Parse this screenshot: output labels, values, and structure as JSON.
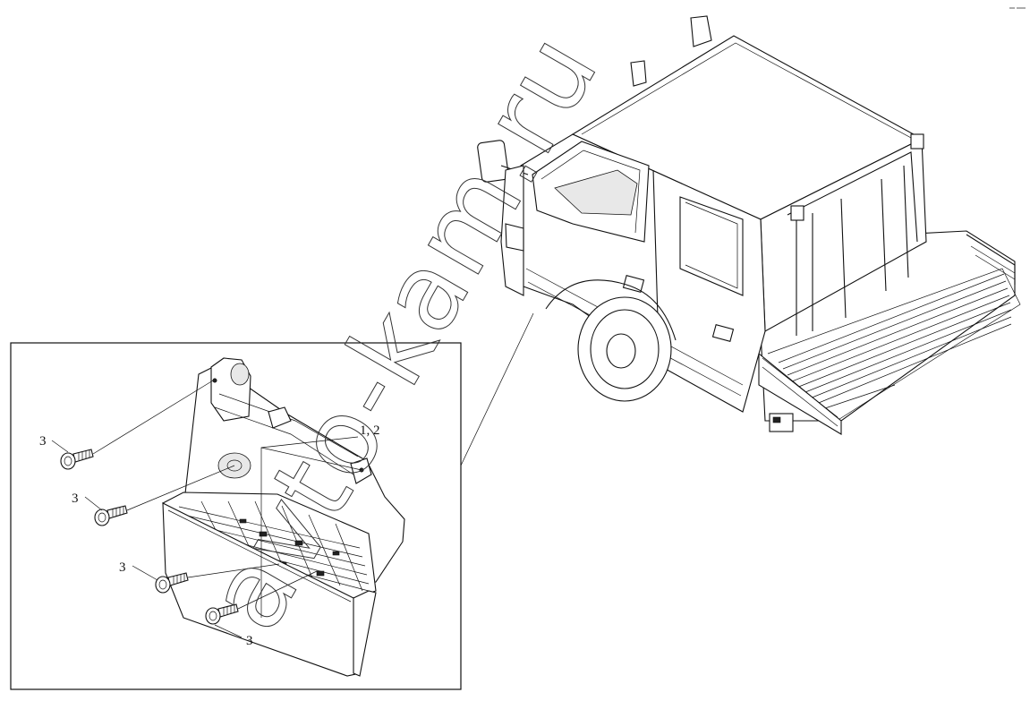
{
  "diagram": {
    "callouts": [
      {
        "id": "callout-3-top",
        "label": "3"
      },
      {
        "id": "callout-3-second",
        "label": "3"
      },
      {
        "id": "callout-3-third",
        "label": "3"
      },
      {
        "id": "callout-3-bottom",
        "label": "3"
      },
      {
        "id": "callout-1-2",
        "label": "1, 2"
      }
    ],
    "watermark": "avto-kam.ru",
    "parts": [
      "cab step",
      "flange bolt",
      "pickup truck cab"
    ]
  }
}
